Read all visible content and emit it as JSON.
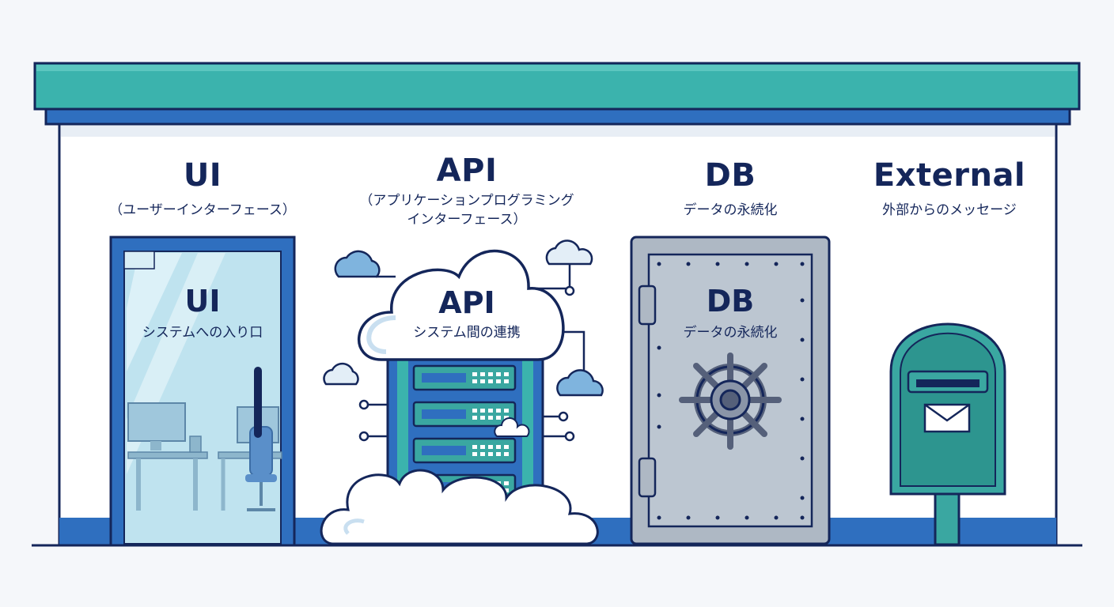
{
  "sections": {
    "ui": {
      "title": "UI",
      "subtitle": "（ユーザーインターフェース）",
      "inner_title": "UI",
      "inner_subtitle": "システムへの入り口"
    },
    "api": {
      "title": "API",
      "subtitle_line1": "（アプリケーションプログラミング",
      "subtitle_line2": "インターフェース）",
      "inner_title": "API",
      "inner_subtitle": "システム間の連携"
    },
    "db": {
      "title": "DB",
      "subtitle": "データの永続化",
      "inner_title": "DB",
      "inner_subtitle": "データの永続化"
    },
    "external": {
      "title": "External",
      "subtitle": "外部からのメッセージ"
    }
  },
  "icons": [
    "glass-door-icon",
    "cloud-icon",
    "server-rack-icon",
    "vault-door-icon",
    "vault-wheel-icon",
    "mailbox-icon",
    "envelope-icon"
  ],
  "colors": {
    "roof": "#3bb3ad",
    "navy": "#14265a",
    "blue": "#2f6fbf",
    "teal": "#3aa7a1",
    "vault": "#aeb8c4"
  }
}
